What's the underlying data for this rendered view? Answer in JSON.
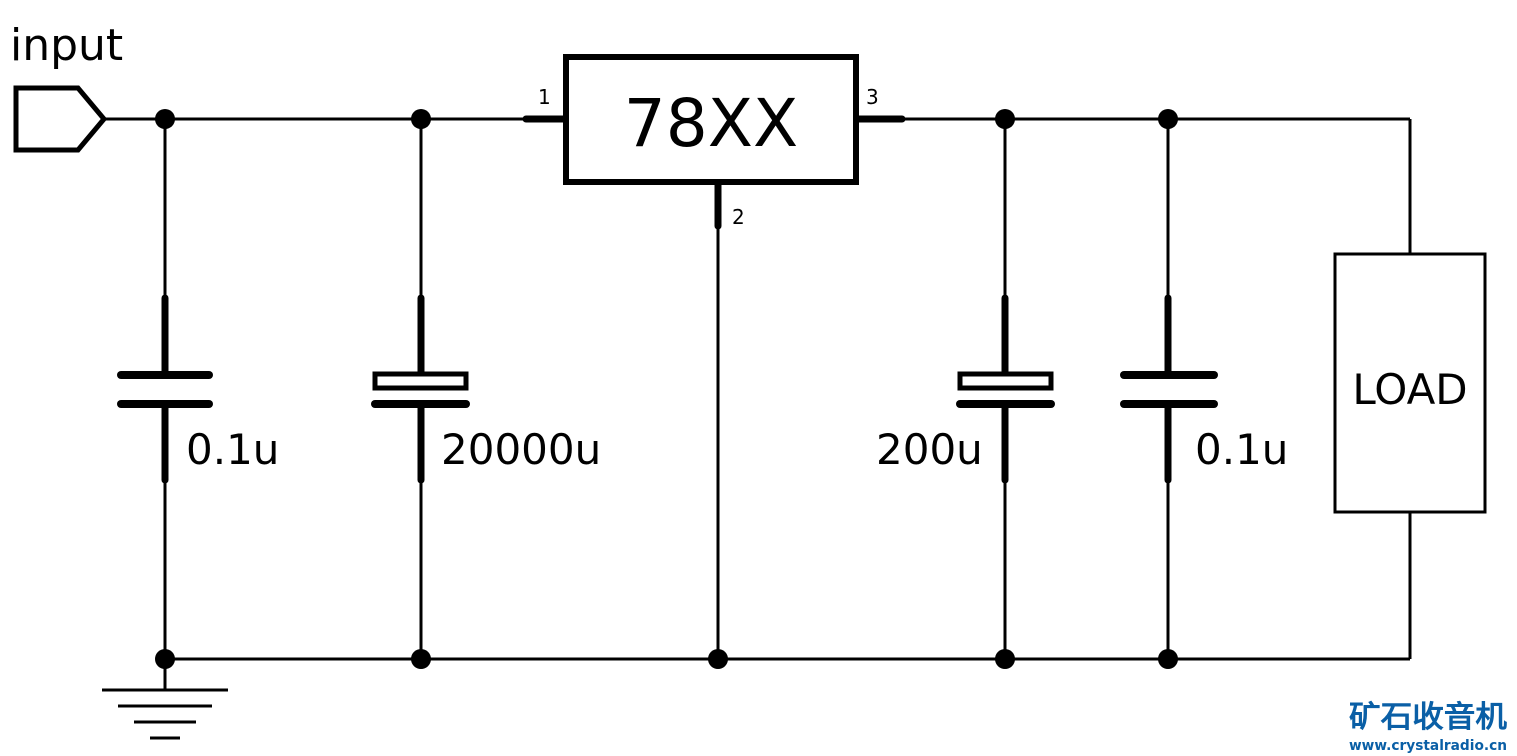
{
  "input_label": "input",
  "regulator": {
    "name": "78XX",
    "pin_in": "1",
    "pin_gnd": "2",
    "pin_out": "3"
  },
  "capacitors": [
    {
      "value": "0.1u",
      "kind": "ceramic"
    },
    {
      "value": "20000u",
      "kind": "electrolytic"
    },
    {
      "value": "200u",
      "kind": "electrolytic"
    },
    {
      "value": "0.1u",
      "kind": "ceramic"
    }
  ],
  "load_label": "LOAD",
  "watermark": {
    "title": "矿石收音机",
    "url": "www.crystalradio.cn",
    "color": "#0a5fa6"
  },
  "icons": [
    "input-port-icon",
    "ground-icon",
    "capacitor-icon",
    "electrolytic-capacitor-icon",
    "junction-dot-icon"
  ]
}
